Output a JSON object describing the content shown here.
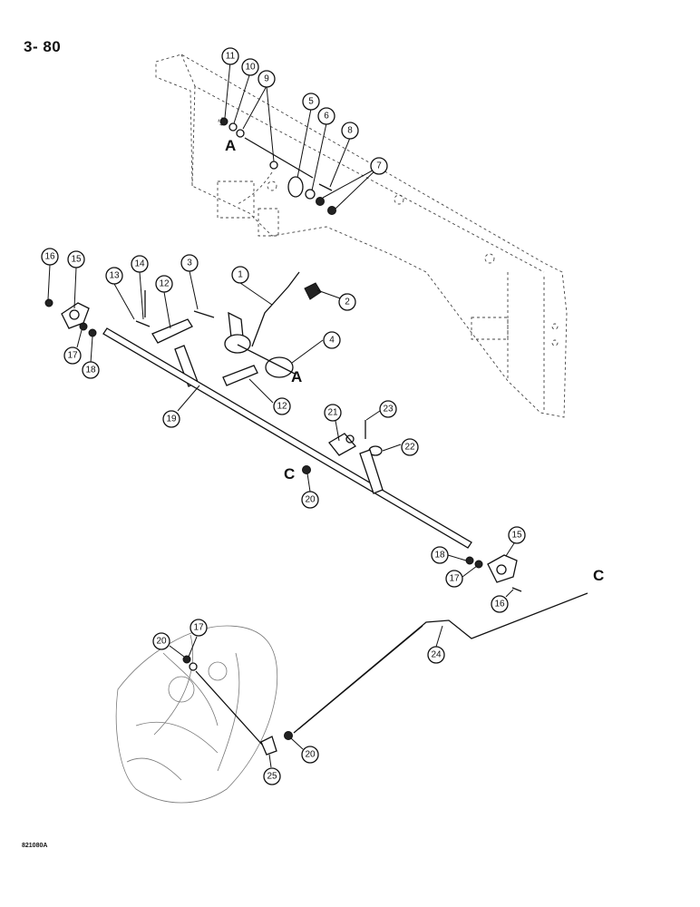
{
  "page_label": "3- 80",
  "figure_code": "821080A",
  "reference_letters": {
    "a": "A",
    "c": "C"
  },
  "callouts": {
    "c11": "11",
    "c10": "10",
    "c9": "9",
    "c5": "5",
    "c6": "6",
    "c8": "8",
    "c7": "7",
    "c16a": "16",
    "c15a": "15",
    "c14": "14",
    "c3": "3",
    "c1": "1",
    "c13": "13",
    "c12a": "12",
    "c2": "2",
    "c17a": "17",
    "c18a": "18",
    "c4": "4",
    "c12b": "12",
    "c19": "19",
    "c21": "21",
    "c23": "23",
    "c22": "22",
    "c20a": "20",
    "c15b": "15",
    "c18b": "18",
    "c17b": "17",
    "c16b": "16",
    "c24": "24",
    "c20b": "20",
    "c17c": "17",
    "c20c": "20",
    "c25": "25"
  }
}
